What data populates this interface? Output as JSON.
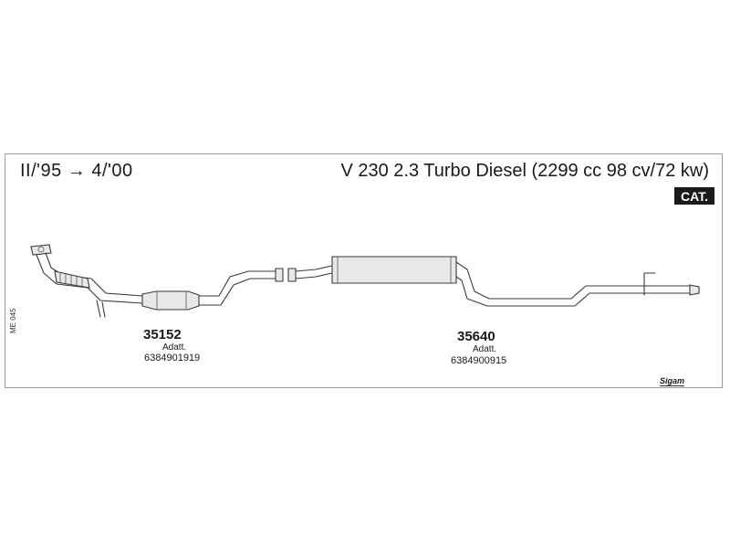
{
  "header": {
    "date_range": "II/'95 → 4/'00",
    "vehicle": "V 230 2.3 Turbo Diesel (2299 cc 98 cv/72 kw)",
    "badge": "CAT."
  },
  "side_code": "ME 045",
  "parts": [
    {
      "number": "35152",
      "label": "Adatt.",
      "ref": "6384901919"
    },
    {
      "number": "35640",
      "label": "Adatt.",
      "ref": "6384900915"
    }
  ],
  "logo": "Sigam"
}
